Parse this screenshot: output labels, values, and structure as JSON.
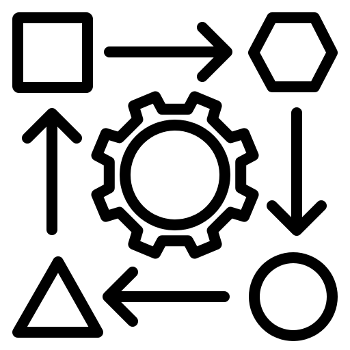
{
  "icon": {
    "name": "process-workflow-icon",
    "stroke_color": "#000000",
    "background_color": "#ffffff",
    "nodes": [
      {
        "name": "square-node",
        "shape": "square"
      },
      {
        "name": "hexagon-node",
        "shape": "hexagon"
      },
      {
        "name": "circle-node",
        "shape": "circle"
      },
      {
        "name": "triangle-node",
        "shape": "triangle"
      }
    ],
    "center": {
      "name": "gear-icon",
      "shape": "gear"
    },
    "flow_arrows": [
      {
        "name": "arrow-right-icon",
        "direction": "right",
        "from": "square-node",
        "to": "hexagon-node"
      },
      {
        "name": "arrow-down-icon",
        "direction": "down",
        "from": "hexagon-node",
        "to": "circle-node"
      },
      {
        "name": "arrow-left-icon",
        "direction": "left",
        "from": "circle-node",
        "to": "triangle-node"
      },
      {
        "name": "arrow-up-icon",
        "direction": "up",
        "from": "triangle-node",
        "to": "square-node"
      }
    ]
  }
}
